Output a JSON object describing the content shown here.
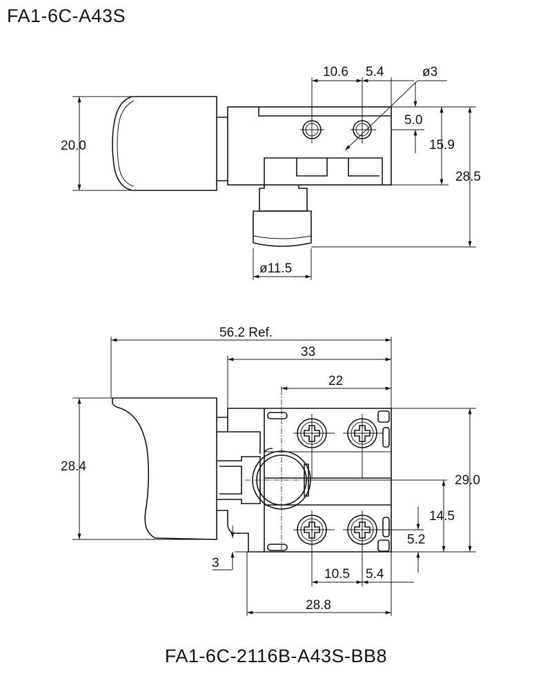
{
  "titles": {
    "top_view": "FA1-6C-A43S",
    "bottom_view": "FA1-6C-2116B-A43S-BB8"
  },
  "top_view_dims": {
    "hole_pitch": "10.6",
    "hole_edge": "5.4",
    "hole_dia": "ø3",
    "hole_from_top": "5.0",
    "body_height": "15.9",
    "overall_height": "28.5",
    "trigger_height": "20.0",
    "button_dia": "ø11.5"
  },
  "bottom_view_dims": {
    "overall_length": "56.2 Ref.",
    "body_length": "33",
    "button_center": "22",
    "trigger_height": "28.4",
    "body_height": "29.0",
    "center_height": "14.5",
    "screw_from_edge": "5.2",
    "offset": "3",
    "screw_pitch": "10.5",
    "screw_edge": "5.4",
    "base_length": "28.8"
  }
}
